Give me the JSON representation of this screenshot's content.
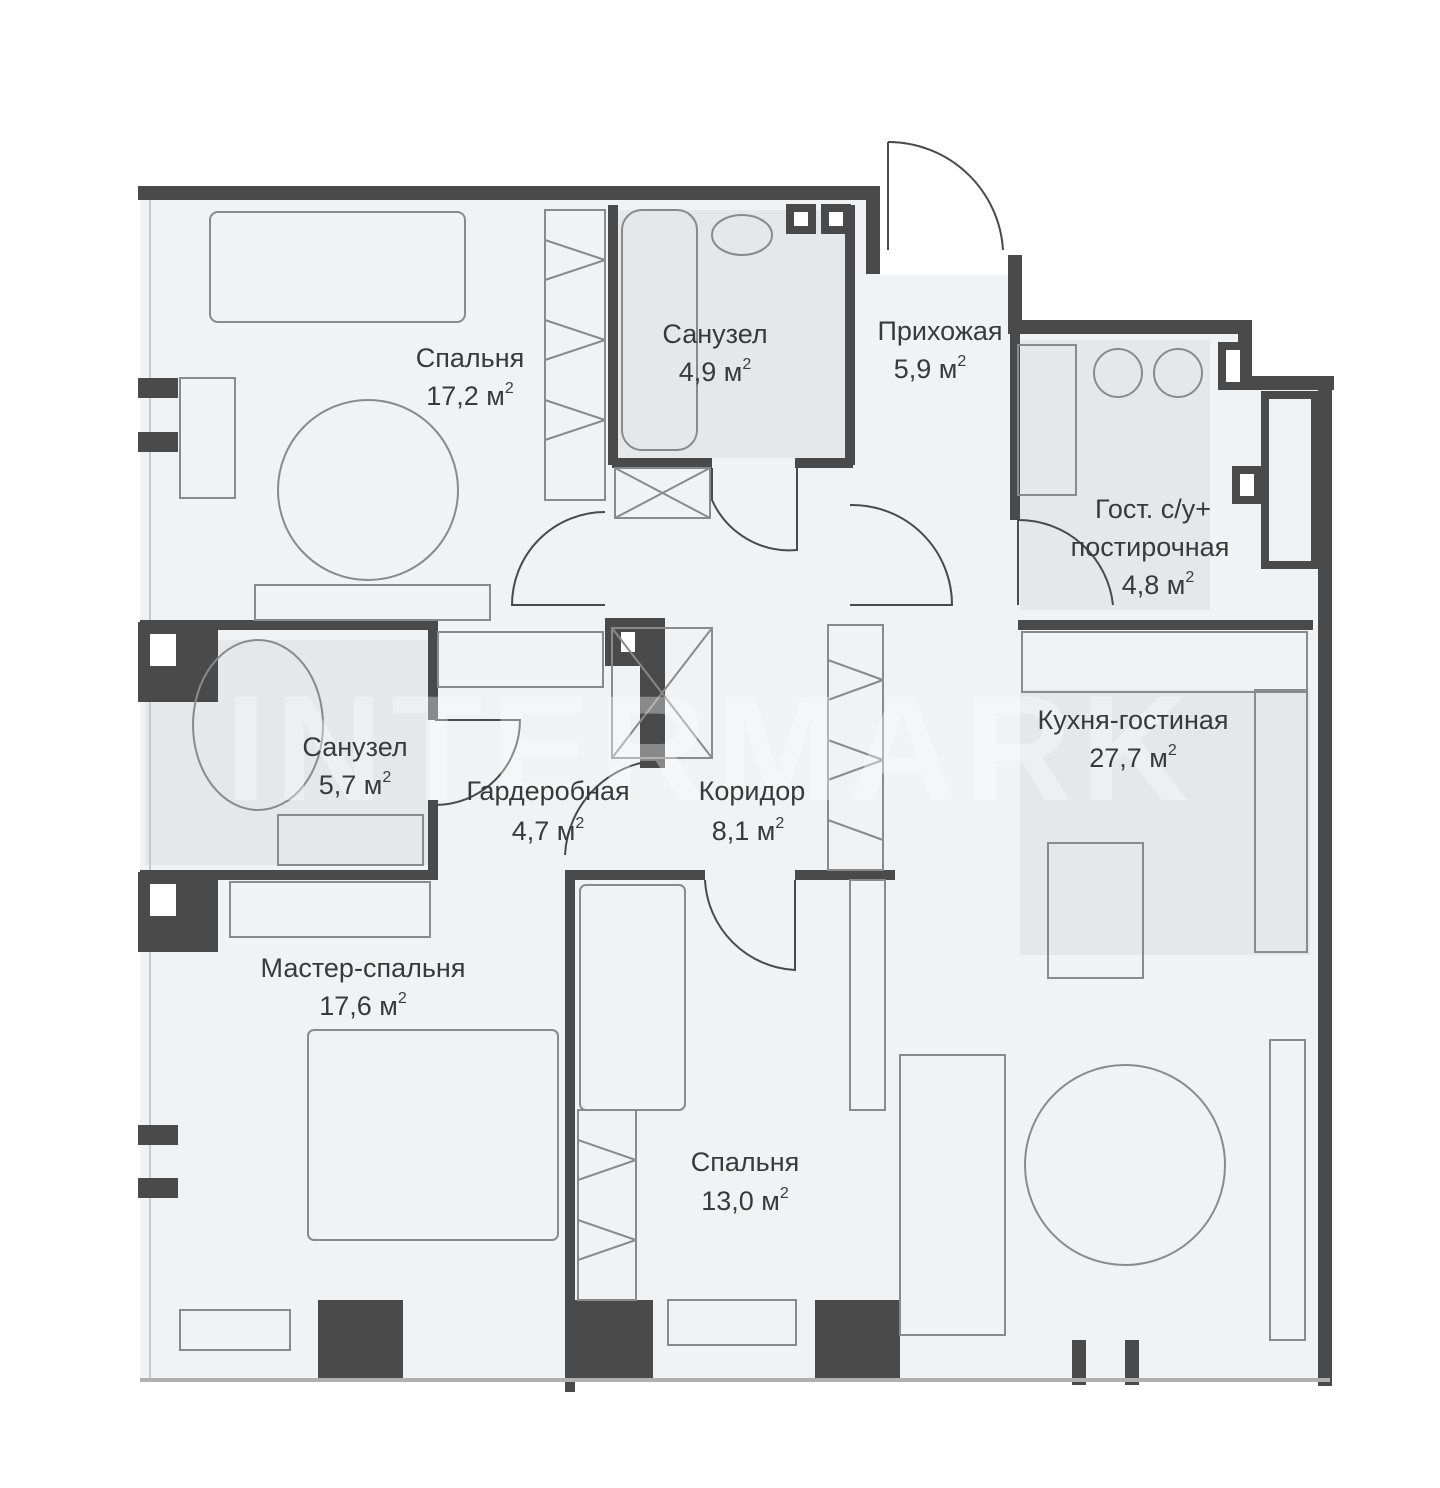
{
  "plan": {
    "watermark": "INTERMARK",
    "unit": "м",
    "unit_power": "2",
    "rooms": [
      {
        "id": "bedroom-top",
        "name": "Спальня",
        "area": "17,2"
      },
      {
        "id": "bathroom-top",
        "name": "Санузел",
        "area": "4,9"
      },
      {
        "id": "hallway",
        "name": "Прихожая",
        "area": "5,9"
      },
      {
        "id": "guest-wc",
        "name": "Гост. с/у+",
        "name2": "постирочная",
        "area": "4,8"
      },
      {
        "id": "kitchen-living",
        "name": "Кухня-гостиная",
        "area": "27,7"
      },
      {
        "id": "bathroom-left",
        "name": "Санузел",
        "area": "5,7"
      },
      {
        "id": "wardrobe",
        "name": "Гардеробная",
        "area": "4,7"
      },
      {
        "id": "corridor",
        "name": "Коридор",
        "area": "8,1"
      },
      {
        "id": "master-bedroom",
        "name": "Мастер-спальня",
        "area": "17,6"
      },
      {
        "id": "bedroom-small",
        "name": "Спальня",
        "area": "13,0"
      }
    ],
    "colors": {
      "wall": "#4a4a4a",
      "floor": "#f1f2f3",
      "tile": "#e6e7e8",
      "line": "#8a8a8a"
    }
  }
}
